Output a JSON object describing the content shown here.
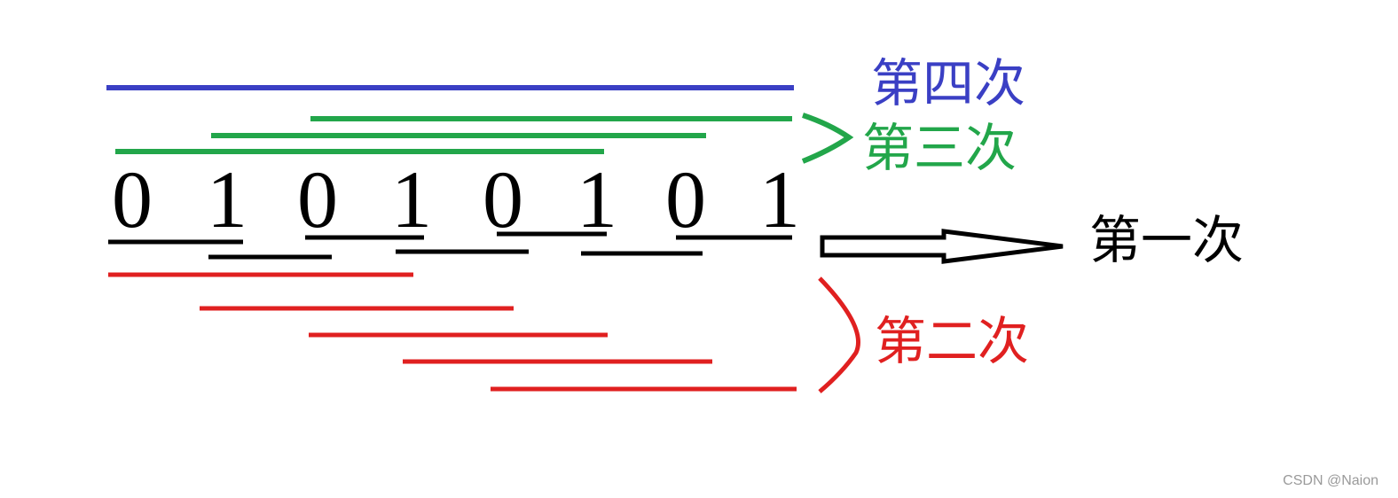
{
  "digits": [
    "0",
    "1",
    "0",
    "1",
    "0",
    "1",
    "0",
    "1"
  ],
  "labels": {
    "first": "第一次",
    "second": "第二次",
    "third": "第三次",
    "fourth": "第四次"
  },
  "colors": {
    "first": "#000000",
    "second": "#e02020",
    "third": "#22a64a",
    "fourth": "#3a3fc4"
  },
  "watermark": "CSDN @Naion"
}
